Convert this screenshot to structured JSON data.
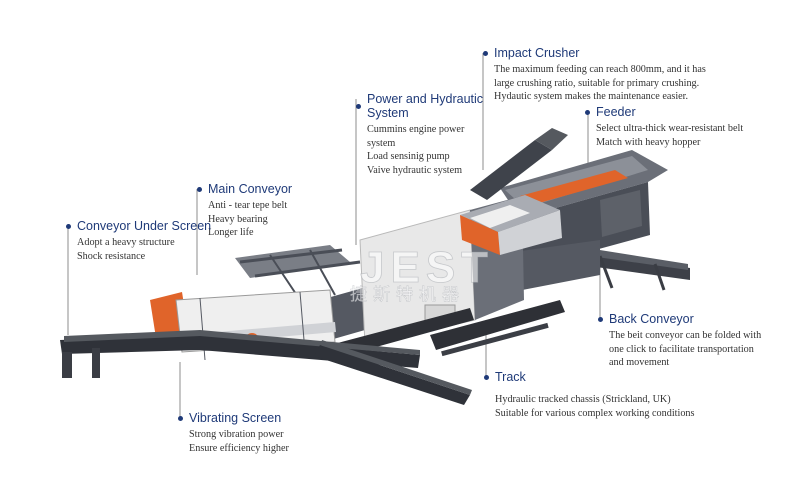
{
  "colors": {
    "title": "#1f3a78",
    "body_text": "#333333",
    "leader_line": "#8d8d8d",
    "machine_dark": "#4a4e57",
    "machine_mid": "#6b6f78",
    "machine_light": "#a9acb3",
    "accent_orange": "#e0642a",
    "panel_white": "#efefef"
  },
  "machine": {
    "watermark_latin": "JEST",
    "watermark_cjk": "捷斯特机器"
  },
  "callouts": [
    {
      "key": "impact",
      "title": "Impact Crusher",
      "lines": [
        "The maximum feeding can reach 800mm, and it has",
        "large crushing ratio, suitable for primary crushing.",
        "Hydautic system makes the maintenance easier."
      ]
    },
    {
      "key": "power",
      "title": "Power and Hydrautic\nSystem",
      "lines": [
        "Cummins engine power",
        "system",
        "Load sensinig pump",
        "Vaive hydrautic system"
      ]
    },
    {
      "key": "feeder",
      "title": "Feeder",
      "lines": [
        "Select ultra-thick wear-resistant belt",
        "Match with heavy hopper"
      ]
    },
    {
      "key": "main",
      "title": "Main Conveyor",
      "lines": [
        "Anti - tear tepe belt",
        "Heavy bearing",
        "Longer life"
      ]
    },
    {
      "key": "under",
      "title": "Conveyor Under Screen",
      "lines": [
        "Adopt a heavy structure",
        "Shock resistance"
      ]
    },
    {
      "key": "back",
      "title": "Back Conveyor",
      "lines": [
        "The beit conveyor can be folded with",
        "one click to facilitate transportation",
        "and movement"
      ]
    },
    {
      "key": "track",
      "title": "Track",
      "lines": [
        "Hydraulic tracked chassis (Strickland, UK)",
        "Suitable for various complex working conditions"
      ]
    },
    {
      "key": "vibrating",
      "title": "Vibrating Screen",
      "lines": [
        "Strong vibration power",
        "Ensure efficiency higher"
      ]
    }
  ]
}
